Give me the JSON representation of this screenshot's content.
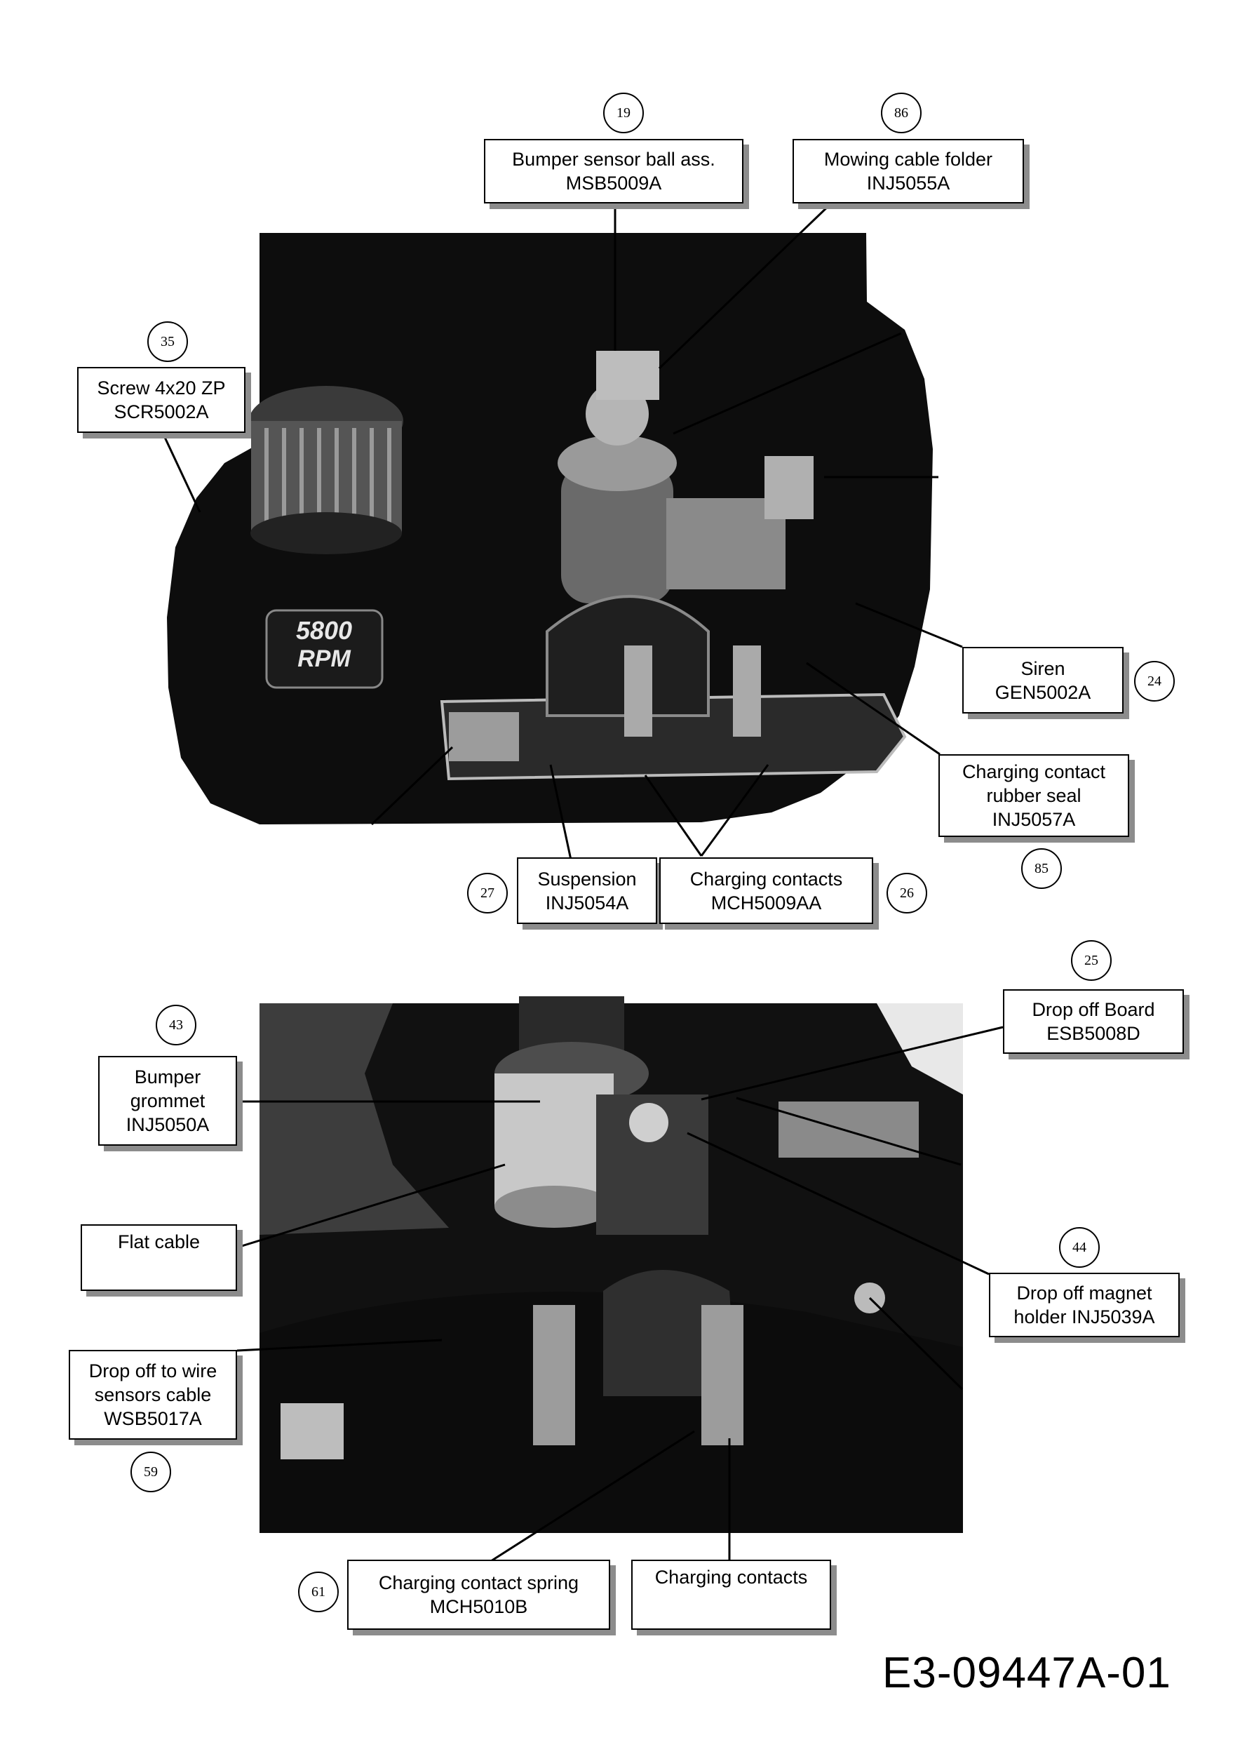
{
  "document_code": "E3-09447A-01",
  "rpm_badge": {
    "line1": "5800",
    "line2": "RPM"
  },
  "parts": [
    {
      "num": "19",
      "lines": [
        "Bumper sensor ball ass.",
        "MSB5009A"
      ]
    },
    {
      "num": "86",
      "lines": [
        "Mowing cable folder",
        "INJ5055A"
      ]
    },
    {
      "num": "35",
      "lines": [
        "Screw 4x20 ZP",
        "SCR5002A"
      ]
    },
    {
      "num": "24",
      "lines": [
        "Siren",
        "GEN5002A"
      ]
    },
    {
      "num": "85",
      "lines": [
        "Charging contact",
        "rubber seal",
        "INJ5057A"
      ]
    },
    {
      "num": "27",
      "lines": [
        "Suspension",
        "INJ5054A"
      ]
    },
    {
      "num": "26",
      "lines": [
        "Charging contacts",
        "MCH5009AA"
      ]
    },
    {
      "num": "25",
      "lines": [
        "Drop off Board",
        "ESB5008D"
      ]
    },
    {
      "num": "43",
      "lines": [
        "Bumper",
        "grommet",
        "INJ5050A"
      ]
    },
    {
      "num": "",
      "lines": [
        "Flat cable"
      ]
    },
    {
      "num": "44",
      "lines": [
        "Drop off magnet",
        "holder INJ5039A"
      ]
    },
    {
      "num": "59",
      "lines": [
        "Drop off to wire",
        "sensors cable",
        "WSB5017A"
      ]
    },
    {
      "num": "61",
      "lines": [
        "Charging contact spring",
        "MCH5010B"
      ]
    },
    {
      "num": "",
      "lines": [
        "Charging contacts"
      ]
    }
  ]
}
